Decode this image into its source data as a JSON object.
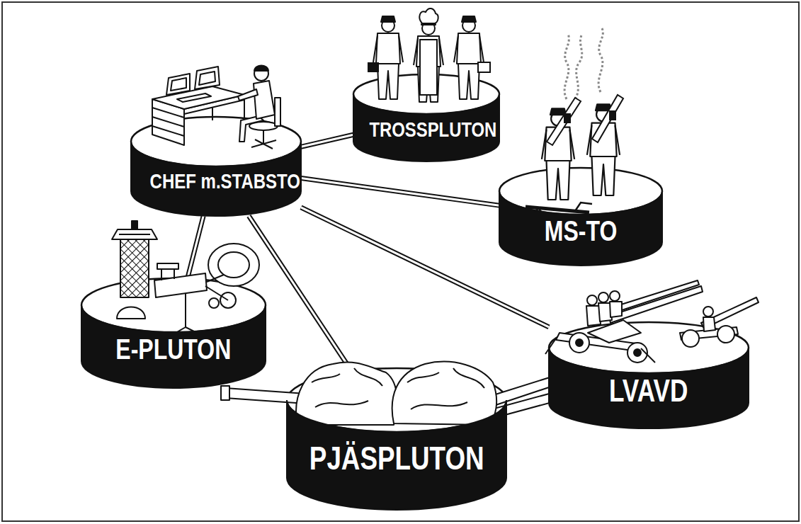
{
  "diagram": {
    "nodes": [
      {
        "text": [
          "CHEF m.STABSTO"
        ]
      },
      {
        "text": [
          "TROSSPLUTON"
        ]
      },
      {
        "text": [
          "MS-TO"
        ]
      },
      {
        "text": [
          "E-PLUTON"
        ]
      },
      {
        "text": [
          "LVAVD"
        ]
      },
      {
        "text": [
          "PJÄSPLUTON"
        ]
      }
    ],
    "edges": [
      {
        "from": 0,
        "to": 1,
        "arrow": "none"
      },
      {
        "from": 0,
        "to": 2,
        "arrow": "none"
      },
      {
        "from": 0,
        "to": 3,
        "arrow": "none"
      },
      {
        "from": 0,
        "to": 4,
        "arrow": "none"
      },
      {
        "from": 0,
        "to": 5,
        "arrow": "none"
      }
    ]
  }
}
